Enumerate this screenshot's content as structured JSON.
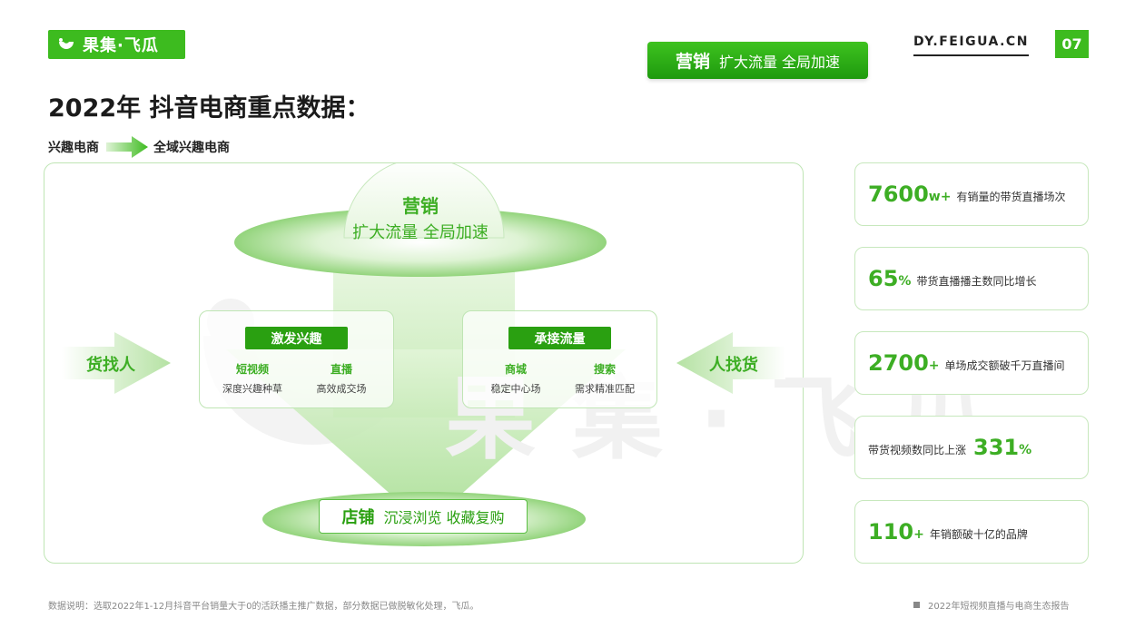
{
  "logo": {
    "text": "果集·飞瓜"
  },
  "top_badge": {
    "strong": "营销",
    "text": "扩大流量 全局加速"
  },
  "site": "DY.FEIGUA.CN",
  "page_number": "07",
  "title": "2022年 抖音电商重点数据：",
  "flow": {
    "from": "兴趣电商",
    "to": "全域兴趣电商"
  },
  "diagram": {
    "marketing": {
      "title": "营销",
      "subtitle": "扩大流量 全局加速"
    },
    "left_arrow": "货找人",
    "right_arrow": "人找货",
    "cards": [
      {
        "title": "激发兴趣",
        "items": [
          {
            "key": "短视频",
            "value": "深度兴趣种草"
          },
          {
            "key": "直播",
            "value": "高效成交场"
          }
        ]
      },
      {
        "title": "承接流量",
        "items": [
          {
            "key": "商城",
            "value": "稳定中心场"
          },
          {
            "key": "搜索",
            "value": "需求精准匹配"
          }
        ]
      }
    ],
    "shop": {
      "title": "店铺",
      "subtitle": "沉浸浏览 收藏复购"
    },
    "watermark": "果集·飞瓜"
  },
  "stats": [
    {
      "number": "7600",
      "unit": "w+",
      "desc": "有销量的带货直播场次"
    },
    {
      "number": "65",
      "unit": "%",
      "desc": "带货直播播主数同比增长"
    },
    {
      "number": "2700",
      "unit": "+",
      "desc": "单场成交额破千万直播间"
    },
    {
      "prefix": "带货视频数同比上涨",
      "number": "331",
      "unit": "%"
    },
    {
      "number": "110",
      "unit": "+",
      "desc": "年销额破十亿的品牌"
    }
  ],
  "footnote": "数据说明：选取2022年1-12月抖音平台销量大于0的活跃播主推广数据，部分数据已做脱敏化处理，飞瓜。",
  "report_name": "2022年短视频直播与电商生态报告",
  "colors": {
    "brand_green": "#3dbb1f",
    "dark_green": "#2aa011",
    "light_green": "#bfe5b4"
  }
}
